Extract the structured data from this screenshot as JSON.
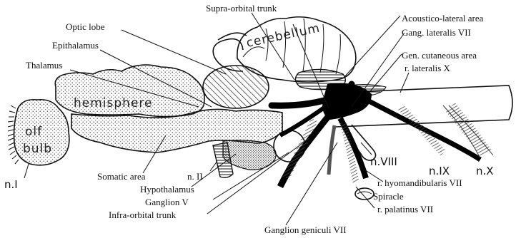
{
  "labels": {
    "supra_orbital_trunk": "Supra-orbital trunk",
    "optic_lobe": "Optic lobe",
    "epithalamus": "Epithalamus",
    "thalamus": "Thalamus",
    "acoustico_lateral_area": "Acoustico-lateral area",
    "gang_lateralis_vii": "Gang. lateralis VII",
    "gen_cutaneous_area": "Gen. cutaneous area",
    "r_lateralis_x": "r. lateralis X",
    "somatic_area": "Somatic area",
    "n_ii": "n. II",
    "hypothalamus": "Hypothalamus",
    "ganglion_v": "Ganglion V",
    "infra_orbital_trunk": "Infra-orbital trunk",
    "ganglion_geniculi_vii": "Ganglion geniculi VII",
    "r_hyomandibularis_vii": "r. hyomandibularis VII",
    "spiracle": "Spiracle",
    "r_palatinus_vii": "r. palatinus VII",
    "n_i": "n.I",
    "n_viii": "n.VIII",
    "n_ix": "n.IX",
    "n_x": "n.X"
  },
  "regions": {
    "cerebellum": "cerebellum",
    "hemisphere": "hemisphere",
    "olf": "olf",
    "bulb": "bulb"
  }
}
